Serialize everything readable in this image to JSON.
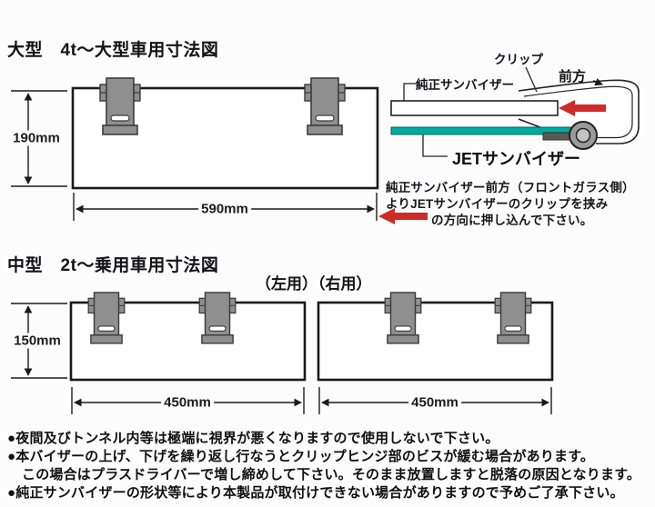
{
  "product": {
    "brand_visor_name": "JETサンバイザー"
  },
  "colors": {
    "jet_visor_teal": "#00AA9D",
    "arrow_red": "#CE2A26",
    "clip_gray": "#8F8F8F",
    "ink": "#1A1A1A"
  },
  "sections": {
    "large": {
      "title": "大型　4t～大型車用寸法図",
      "height_label": "190mm",
      "width_label": "590mm"
    },
    "medium": {
      "title": "中型　2t～乗用車用寸法図",
      "usage_label": "（左用）（右用）",
      "height_label": "150mm",
      "width_label_left": "450mm",
      "width_label_right": "450mm"
    }
  },
  "inset": {
    "clip_label": "クリップ",
    "front_label": "前方",
    "oem_visor_label": "純正サンバイザー",
    "jet_visor_label": "JETサンバイザー",
    "step_line1": "純正サンバイザー前方（フロントガラス側）",
    "step_line2": "よりJETサンバイザーのクリップを挟み",
    "step_line3": "の方向に押し込んで下さい。"
  },
  "notes": {
    "items": [
      "●夜間及びトンネル内等は極端に視界が悪くなりますので使用しないで下さい。",
      "●本バイザーの上げ、下げを繰り返し行なうとクリップヒンジ部のビスが緩む場合があります。",
      "この場合はプラスドライバーで増し締めして下さい。そのまま放置しますと脱落の原因となります。",
      "●純正サンバイザーの形状等により本製品が取付けできない場合がありますので予めご了承下さい。"
    ]
  }
}
